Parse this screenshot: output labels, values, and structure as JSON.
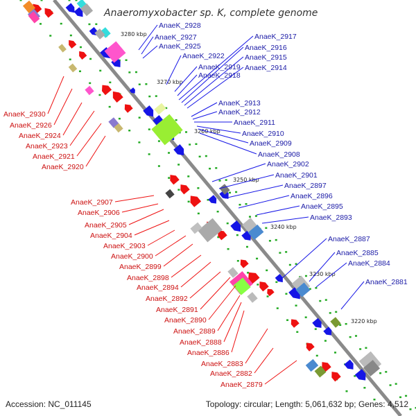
{
  "title": "Anaeromyxobacter sp. K, complete genome",
  "footer": {
    "accession": "Accession: NC_011145",
    "summary": "Topology: circular; Length: 5,061,632 bp; Genes: 4,512"
  },
  "colors": {
    "backbone": "#888888",
    "forward_gene": "#1515e6",
    "reverse_gene": "#ee1111",
    "forward_label": "#1a1aa6",
    "reverse_label": "#cc1111",
    "dots": "#22aa22"
  },
  "scale_ticks": [
    "3280 kbp",
    "3270 kbp",
    "3260 kbp",
    "3250 kbp",
    "3240 kbp",
    "3230 kbp",
    "3220 kbp"
  ],
  "forward_genes": [
    "AnaeK_2928",
    "AnaeK_2927",
    "AnaeK_2925",
    "AnaeK_2922",
    "AnaeK_2919",
    "AnaeK_2918",
    "AnaeK_2917",
    "AnaeK_2916",
    "AnaeK_2915",
    "AnaeK_2914",
    "AnaeK_2913",
    "AnaeK_2912",
    "AnaeK_2911",
    "AnaeK_2910",
    "AnaeK_2909",
    "AnaeK_2908",
    "AnaeK_2902",
    "AnaeK_2901",
    "AnaeK_2897",
    "AnaeK_2896",
    "AnaeK_2895",
    "AnaeK_2893",
    "AnaeK_2887",
    "AnaeK_2885",
    "AnaeK_2884",
    "AnaeK_2881"
  ],
  "reverse_genes": [
    "AnaeK_2930",
    "AnaeK_2926",
    "AnaeK_2924",
    "AnaeK_2923",
    "AnaeK_2921",
    "AnaeK_2920",
    "AnaeK_2907",
    "AnaeK_2906",
    "AnaeK_2905",
    "AnaeK_2904",
    "AnaeK_2903",
    "AnaeK_2900",
    "AnaeK_2899",
    "AnaeK_2898",
    "AnaeK_2894",
    "AnaeK_2892",
    "AnaeK_2891",
    "AnaeK_2890",
    "AnaeK_2889",
    "AnaeK_2888",
    "AnaeK_2886",
    "AnaeK_2883",
    "AnaeK_2882",
    "AnaeK_2879"
  ]
}
